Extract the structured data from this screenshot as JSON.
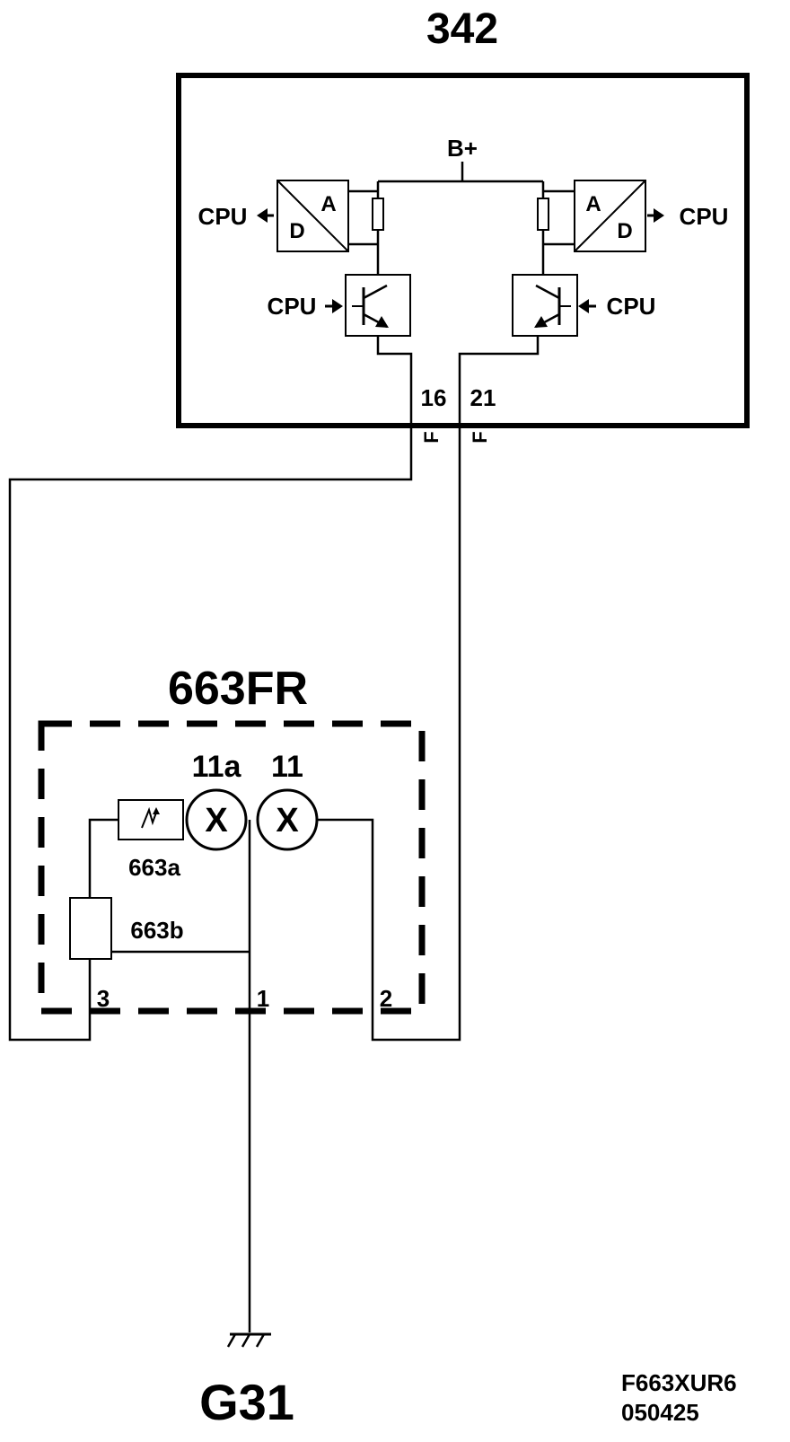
{
  "module_342": {
    "title": "342",
    "supply_label": "B+",
    "cpu_label": "CPU",
    "adc": {
      "input_letter": "A",
      "output_letter": "D"
    },
    "pin_left": "16",
    "pin_right": "21",
    "pin_marker": "F"
  },
  "module_663FR": {
    "title": "663FR",
    "lamp_left_label": "11a",
    "lamp_right_label": "11",
    "lamp_symbol": "X",
    "component_a_label": "663a",
    "component_b_label": "663b",
    "pin_3": "3",
    "pin_1": "1",
    "pin_2": "2"
  },
  "ground": {
    "label": "G31"
  },
  "footer": {
    "code": "F663XUR6",
    "date": "050425"
  }
}
